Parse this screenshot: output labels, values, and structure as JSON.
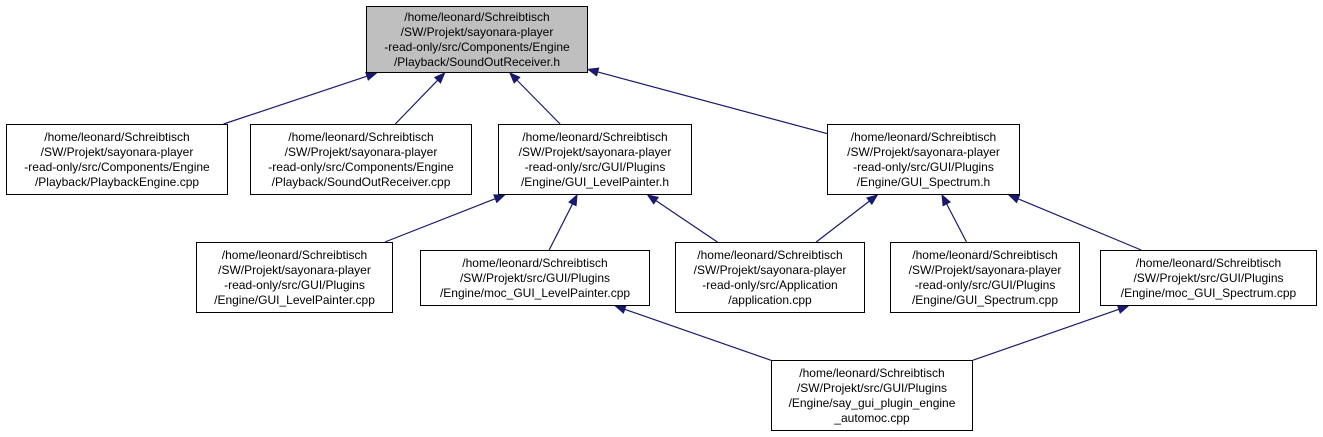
{
  "nodes": {
    "root": {
      "lines": [
        "/home/leonard/Schreibtisch",
        "/SW/Projekt/sayonara-player",
        "-read-only/src/Components/Engine",
        "/Playback/SoundOutReceiver.h"
      ],
      "highlight": true
    },
    "playback_engine_cpp": {
      "lines": [
        "/home/leonard/Schreibtisch",
        "/SW/Projekt/sayonara-player",
        "-read-only/src/Components/Engine",
        "/Playback/PlaybackEngine.cpp"
      ]
    },
    "sound_out_receiver_cpp": {
      "lines": [
        "/home/leonard/Schreibtisch",
        "/SW/Projekt/sayonara-player",
        "-read-only/src/Components/Engine",
        "/Playback/SoundOutReceiver.cpp"
      ]
    },
    "gui_levelpainter_h": {
      "lines": [
        "/home/leonard/Schreibtisch",
        "/SW/Projekt/sayonara-player",
        "-read-only/src/GUI/Plugins",
        "/Engine/GUI_LevelPainter.h"
      ]
    },
    "gui_spectrum_h": {
      "lines": [
        "/home/leonard/Schreibtisch",
        "/SW/Projekt/sayonara-player",
        "-read-only/src/GUI/Plugins",
        "/Engine/GUI_Spectrum.h"
      ]
    },
    "gui_levelpainter_cpp": {
      "lines": [
        "/home/leonard/Schreibtisch",
        "/SW/Projekt/sayonara-player",
        "-read-only/src/GUI/Plugins",
        "/Engine/GUI_LevelPainter.cpp"
      ]
    },
    "moc_gui_levelpainter_cpp": {
      "lines": [
        "/home/leonard/Schreibtisch",
        "/SW/Projekt/src/GUI/Plugins",
        "/Engine/moc_GUI_LevelPainter.cpp"
      ]
    },
    "application_cpp": {
      "lines": [
        "/home/leonard/Schreibtisch",
        "/SW/Projekt/sayonara-player",
        "-read-only/src/Application",
        "/application.cpp"
      ]
    },
    "gui_spectrum_cpp": {
      "lines": [
        "/home/leonard/Schreibtisch",
        "/SW/Projekt/sayonara-player",
        "-read-only/src/GUI/Plugins",
        "/Engine/GUI_Spectrum.cpp"
      ]
    },
    "moc_gui_spectrum_cpp": {
      "lines": [
        "/home/leonard/Schreibtisch",
        "/SW/Projekt/src/GUI/Plugins",
        "/Engine/moc_GUI_Spectrum.cpp"
      ]
    },
    "automoc_cpp": {
      "lines": [
        "/home/leonard/Schreibtisch",
        "/SW/Projekt/src/GUI/Plugins",
        "/Engine/say_gui_plugin_engine",
        "_automoc.cpp"
      ]
    }
  },
  "edges": [
    {
      "from": "playback_engine_cpp",
      "to": "root"
    },
    {
      "from": "sound_out_receiver_cpp",
      "to": "root"
    },
    {
      "from": "gui_levelpainter_h",
      "to": "root"
    },
    {
      "from": "gui_spectrum_h",
      "to": "root"
    },
    {
      "from": "gui_levelpainter_cpp",
      "to": "gui_levelpainter_h"
    },
    {
      "from": "moc_gui_levelpainter_cpp",
      "to": "gui_levelpainter_h"
    },
    {
      "from": "application_cpp",
      "to": "gui_levelpainter_h"
    },
    {
      "from": "application_cpp",
      "to": "gui_spectrum_h"
    },
    {
      "from": "gui_spectrum_cpp",
      "to": "gui_spectrum_h"
    },
    {
      "from": "moc_gui_spectrum_cpp",
      "to": "gui_spectrum_h"
    },
    {
      "from": "automoc_cpp",
      "to": "moc_gui_levelpainter_cpp"
    },
    {
      "from": "automoc_cpp",
      "to": "moc_gui_spectrum_cpp"
    }
  ],
  "colors": {
    "edge": "#191970",
    "highlight_fill": "#bfbfbf",
    "border": "#000000"
  }
}
